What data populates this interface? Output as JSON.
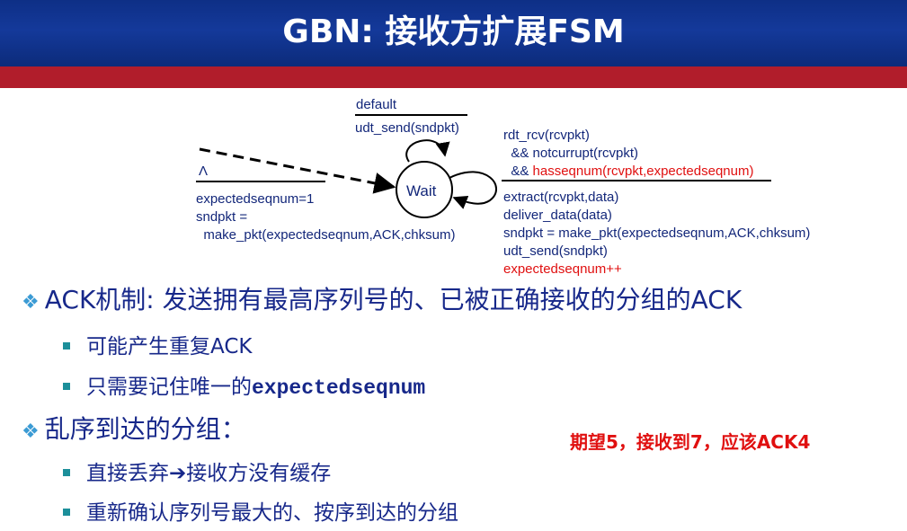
{
  "title": "GBN: 接收方扩展FSM",
  "fsm": {
    "state": "Wait",
    "self_loop_event": "default",
    "self_loop_action": "udt_send(sndpkt)",
    "init_event": "Λ",
    "init_actions": [
      "expectedseqnum=1",
      "sndpkt =",
      "  make_pkt(expectedseqnum,ACK,chksum)"
    ],
    "rcv_conditions": [
      "rdt_rcv(rcvpkt)",
      "  && notcurrupt(rcvpkt)",
      "  && "
    ],
    "rcv_condition_highlight": "hasseqnum(rcvpkt,expectedseqnum)",
    "rcv_actions": [
      "extract(rcvpkt,data)",
      "deliver_data(data)",
      "sndpkt = make_pkt(expectedseqnum,ACK,chksum)",
      "udt_send(sndpkt)"
    ],
    "rcv_action_highlight": "expectedseqnum++"
  },
  "bullets": [
    {
      "text": "ACK机制: 发送拥有最高序列号的、已被正确接收的分组的ACK",
      "sub": [
        {
          "text": "可能产生重复ACK"
        },
        {
          "text": "只需要记住唯一的",
          "code": "expectedseqnum"
        }
      ]
    },
    {
      "text": "乱序到达的分组：",
      "sub": [
        {
          "text": "直接丢弃➔接收方没有缓存"
        },
        {
          "text": "重新确认序列号最大的、按序到达的分组"
        }
      ]
    }
  ],
  "note": "期望5，接收到7，应该ACK4",
  "colors": {
    "header": "#12348f",
    "band": "#b11d2b",
    "text": "#17288a",
    "highlight": "#e01010"
  }
}
